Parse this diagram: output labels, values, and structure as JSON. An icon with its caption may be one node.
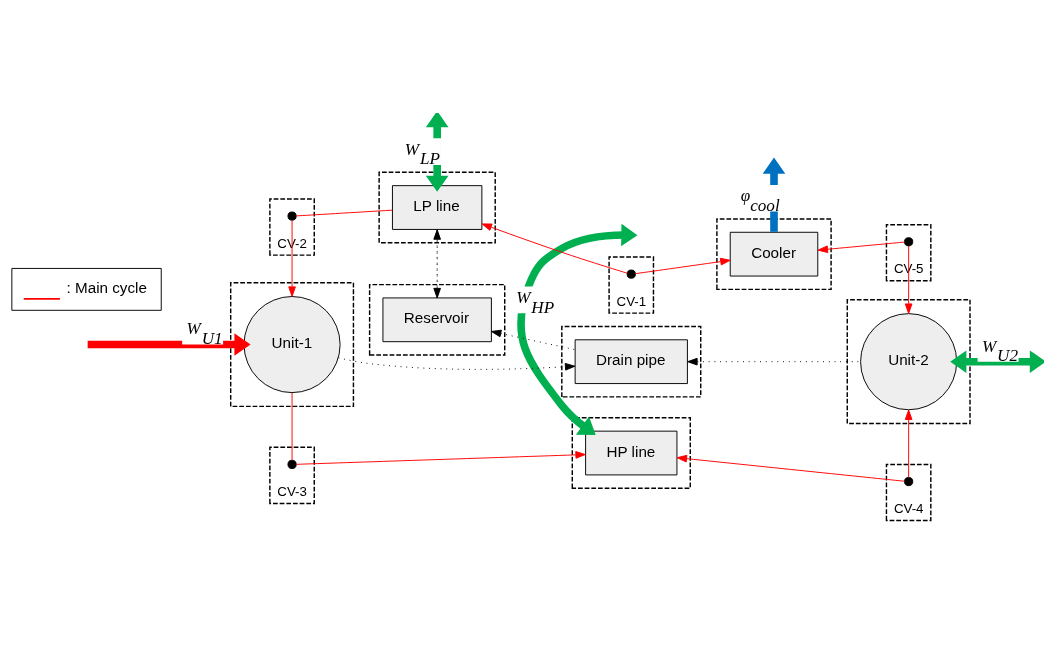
{
  "diagram": {
    "nodes": [
      {
        "text": [
          "CV-3"
        ]
      },
      {
        "text": [],
        "shape": "circle",
        "in": 0
      },
      {
        "text": [],
        "shape": "box"
      },
      {
        "text": [
          "HP line"
        ],
        "in": 2
      },
      {
        "text": [
          "CV-4"
        ]
      },
      {
        "text": [],
        "shape": "circle",
        "in": 4
      },
      {
        "text": [],
        "shape": "box"
      },
      {
        "text": [
          "Unit-1"
        ],
        "in": 6
      },
      {
        "text": [],
        "shape": "box"
      },
      {
        "text": [
          "Drain pipe"
        ],
        "in": 8
      },
      {
        "text": [],
        "shape": "box"
      },
      {
        "text": [
          "Unit-2"
        ],
        "in": 10
      },
      {
        "text": [],
        "shape": "box"
      },
      {
        "text": [
          "Reservoir"
        ],
        "in": 12
      },
      {
        "text": [
          "CV-2"
        ]
      },
      {
        "text": [],
        "shape": "circle",
        "in": 14
      },
      {
        "text": [],
        "shape": "box"
      },
      {
        "text": [
          "LP line"
        ],
        "in": 16
      },
      {
        "text": [
          "CV-1"
        ]
      },
      {
        "text": [],
        "shape": "circle",
        "in": 18
      },
      {
        "text": [],
        "shape": "box"
      },
      {
        "text": [
          "Cooler"
        ],
        "in": 20
      },
      {
        "text": [
          "CV-5"
        ]
      },
      {
        "text": [],
        "shape": "circle",
        "in": 22
      }
    ],
    "edges": [
      {
        "from": 7,
        "to": 1,
        "arrow": "none"
      },
      {
        "from": 1,
        "to": 3,
        "arrow": "to"
      },
      {
        "from": 5,
        "to": 3,
        "arrow": "to"
      },
      {
        "from": 5,
        "to": 11,
        "arrow": "to"
      },
      {
        "from": 17,
        "to": 15,
        "arrow": "none"
      },
      {
        "from": 15,
        "to": 7,
        "arrow": "to"
      },
      {
        "from": 19,
        "to": 17,
        "arrow": "to"
      },
      {
        "from": 19,
        "to": 21,
        "arrow": "to"
      },
      {
        "from": 23,
        "to": 21,
        "arrow": "to"
      },
      {
        "from": 23,
        "to": 11,
        "arrow": "to"
      },
      {
        "from": 7,
        "to": 9,
        "arrow": "to",
        "style": "dashed",
        "color": "#000000"
      },
      {
        "from": 11,
        "to": 9,
        "arrow": "to",
        "style": "dashed",
        "color": "#000000"
      },
      {
        "from": 9,
        "to": 13,
        "arrow": "to",
        "style": "dashed",
        "color": "#000000"
      },
      {
        "from": 13,
        "to": 17,
        "arrow": "to",
        "style": "dashed",
        "color": "#000000"
      },
      {
        "from": 17,
        "to": 13,
        "arrow": "to",
        "style": "dashed",
        "color": "#000000"
      },
      {
        "from": null,
        "to": 7,
        "arrow": "to",
        "label": "W$_{U1}$",
        "style": "thick"
      },
      {
        "from": null,
        "to": 3,
        "arrow": "both",
        "label": "W$_{HP}$",
        "style": "thick",
        "color": "#00b050"
      },
      {
        "from": 11,
        "to": null,
        "arrow": "both",
        "label": "W$_{U2}$",
        "style": "thick",
        "color": "#00b050"
      },
      {
        "from": 17,
        "to": null,
        "arrow": "both",
        "label": "W$_{LP}$",
        "style": "thick",
        "color": "#00b050"
      },
      {
        "from": 21,
        "to": null,
        "arrow": "to",
        "label": "φ$_{cool}$",
        "style": "thick",
        "color": "#0070c0"
      }
    ],
    "legend": [
      {
        "text": ": Main cycle"
      }
    ]
  }
}
